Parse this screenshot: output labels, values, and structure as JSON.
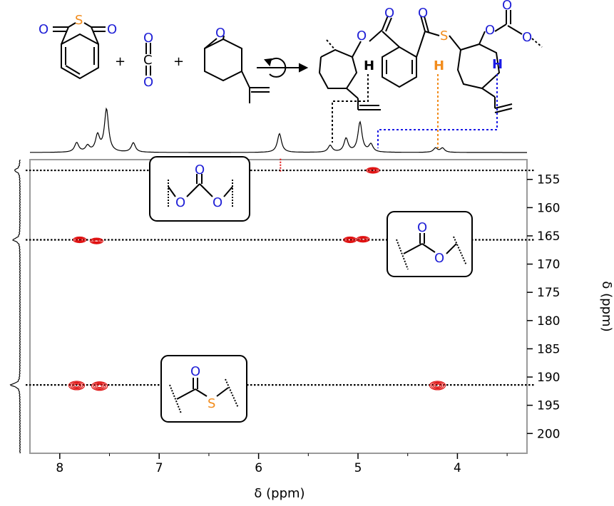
{
  "colors": {
    "sulfur": "#f28c1c",
    "oxygen": "#1f1fd6",
    "contour": "#e01010",
    "trace": "#000000",
    "frame": "#9a9a9a",
    "blue_link": "#1a1ae6"
  },
  "scheme": {
    "atom_S": "S",
    "atom_O": "O",
    "atom_C": "C",
    "atom_H": "H",
    "plus": "+"
  },
  "chart_data": {
    "type": "heatmap",
    "title": "",
    "xlabel": "δ (ppm)",
    "ylabel": "δ (ppm)",
    "x_reversed": true,
    "y_reversed": true,
    "xlim": [
      8.3,
      3.3
    ],
    "ylim": [
      151.5,
      203.5
    ],
    "x_ticks": [
      8,
      7,
      6,
      5,
      4
    ],
    "y_ticks": [
      155,
      160,
      165,
      170,
      175,
      180,
      185,
      190,
      195,
      200
    ],
    "grid": false,
    "projection_1h_peaks": [
      {
        "x": 7.83,
        "h": 0.22
      },
      {
        "x": 7.72,
        "h": 0.14
      },
      {
        "x": 7.62,
        "h": 0.38
      },
      {
        "x": 7.53,
        "h": 1.0
      },
      {
        "x": 7.26,
        "h": 0.22
      },
      {
        "x": 5.79,
        "h": 0.44
      },
      {
        "x": 5.28,
        "h": 0.16
      },
      {
        "x": 5.12,
        "h": 0.32
      },
      {
        "x": 4.98,
        "h": 0.7
      },
      {
        "x": 4.87,
        "h": 0.18
      },
      {
        "x": 4.22,
        "h": 0.1
      },
      {
        "x": 4.15,
        "h": 0.1
      }
    ],
    "projection_13c_peaks": [
      {
        "y": 153.4,
        "h": 0.35
      },
      {
        "y": 165.7,
        "h": 0.45
      },
      {
        "y": 191.4,
        "h": 0.6
      }
    ],
    "correlations": [
      {
        "x": 4.85,
        "y": 153.4,
        "group": "carbonate"
      },
      {
        "x": 5.78,
        "y": 152.6,
        "group": "artifact"
      },
      {
        "x": 7.8,
        "y": 165.7,
        "group": "ester"
      },
      {
        "x": 7.63,
        "y": 165.9,
        "group": "ester"
      },
      {
        "x": 5.08,
        "y": 165.7,
        "group": "ester"
      },
      {
        "x": 4.95,
        "y": 165.6,
        "group": "ester"
      },
      {
        "x": 7.83,
        "y": 191.5,
        "group": "thioester"
      },
      {
        "x": 7.6,
        "y": 191.6,
        "group": "thioester"
      },
      {
        "x": 4.2,
        "y": 191.5,
        "group": "thioester"
      }
    ],
    "guide_lines_ppm": [
      153.4,
      165.7,
      191.4
    ]
  }
}
